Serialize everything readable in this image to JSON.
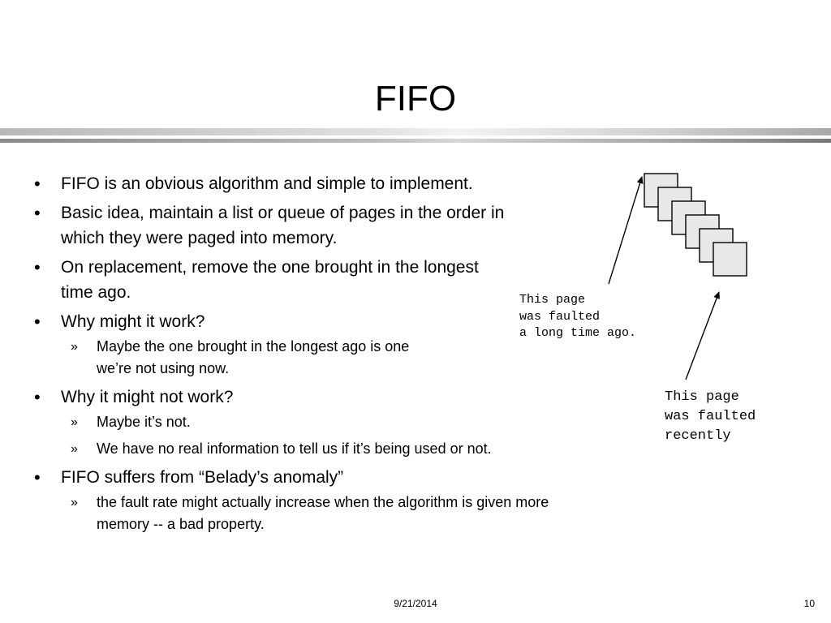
{
  "slide": {
    "title": "FIFO",
    "bullets": [
      {
        "text": "FIFO is an obvious algorithm and simple to implement.",
        "sub": []
      },
      {
        "text": "Basic idea, maintain a list or queue of pages in the order in which they were paged into memory.",
        "sub": []
      },
      {
        "text": "On replacement, remove the one brought in the longest time ago.",
        "sub": []
      },
      {
        "text": "Why might it work?",
        "sub": [
          "Maybe the one brought in the longest ago is one we’re not using now."
        ]
      },
      {
        "text": "Why it might not work?",
        "sub": [
          "Maybe it’s not.",
          "We have no real information to tell us if it’s being used or not."
        ]
      },
      {
        "text": "FIFO suffers from “Belady’s anomaly”",
        "sub": [
          "the fault rate might actually increase when the algorithm is given more memory -- a bad property."
        ]
      }
    ],
    "bullet_glyph": "•",
    "sub_glyph": "»"
  },
  "diagram": {
    "label_old": "This page\nwas faulted\na long time ago.",
    "label_new": "This page\nwas faulted\nrecently",
    "page_count": 6,
    "page_color": "#e8e8e8"
  },
  "footer": {
    "date": "9/21/2014",
    "page_number": "10"
  }
}
